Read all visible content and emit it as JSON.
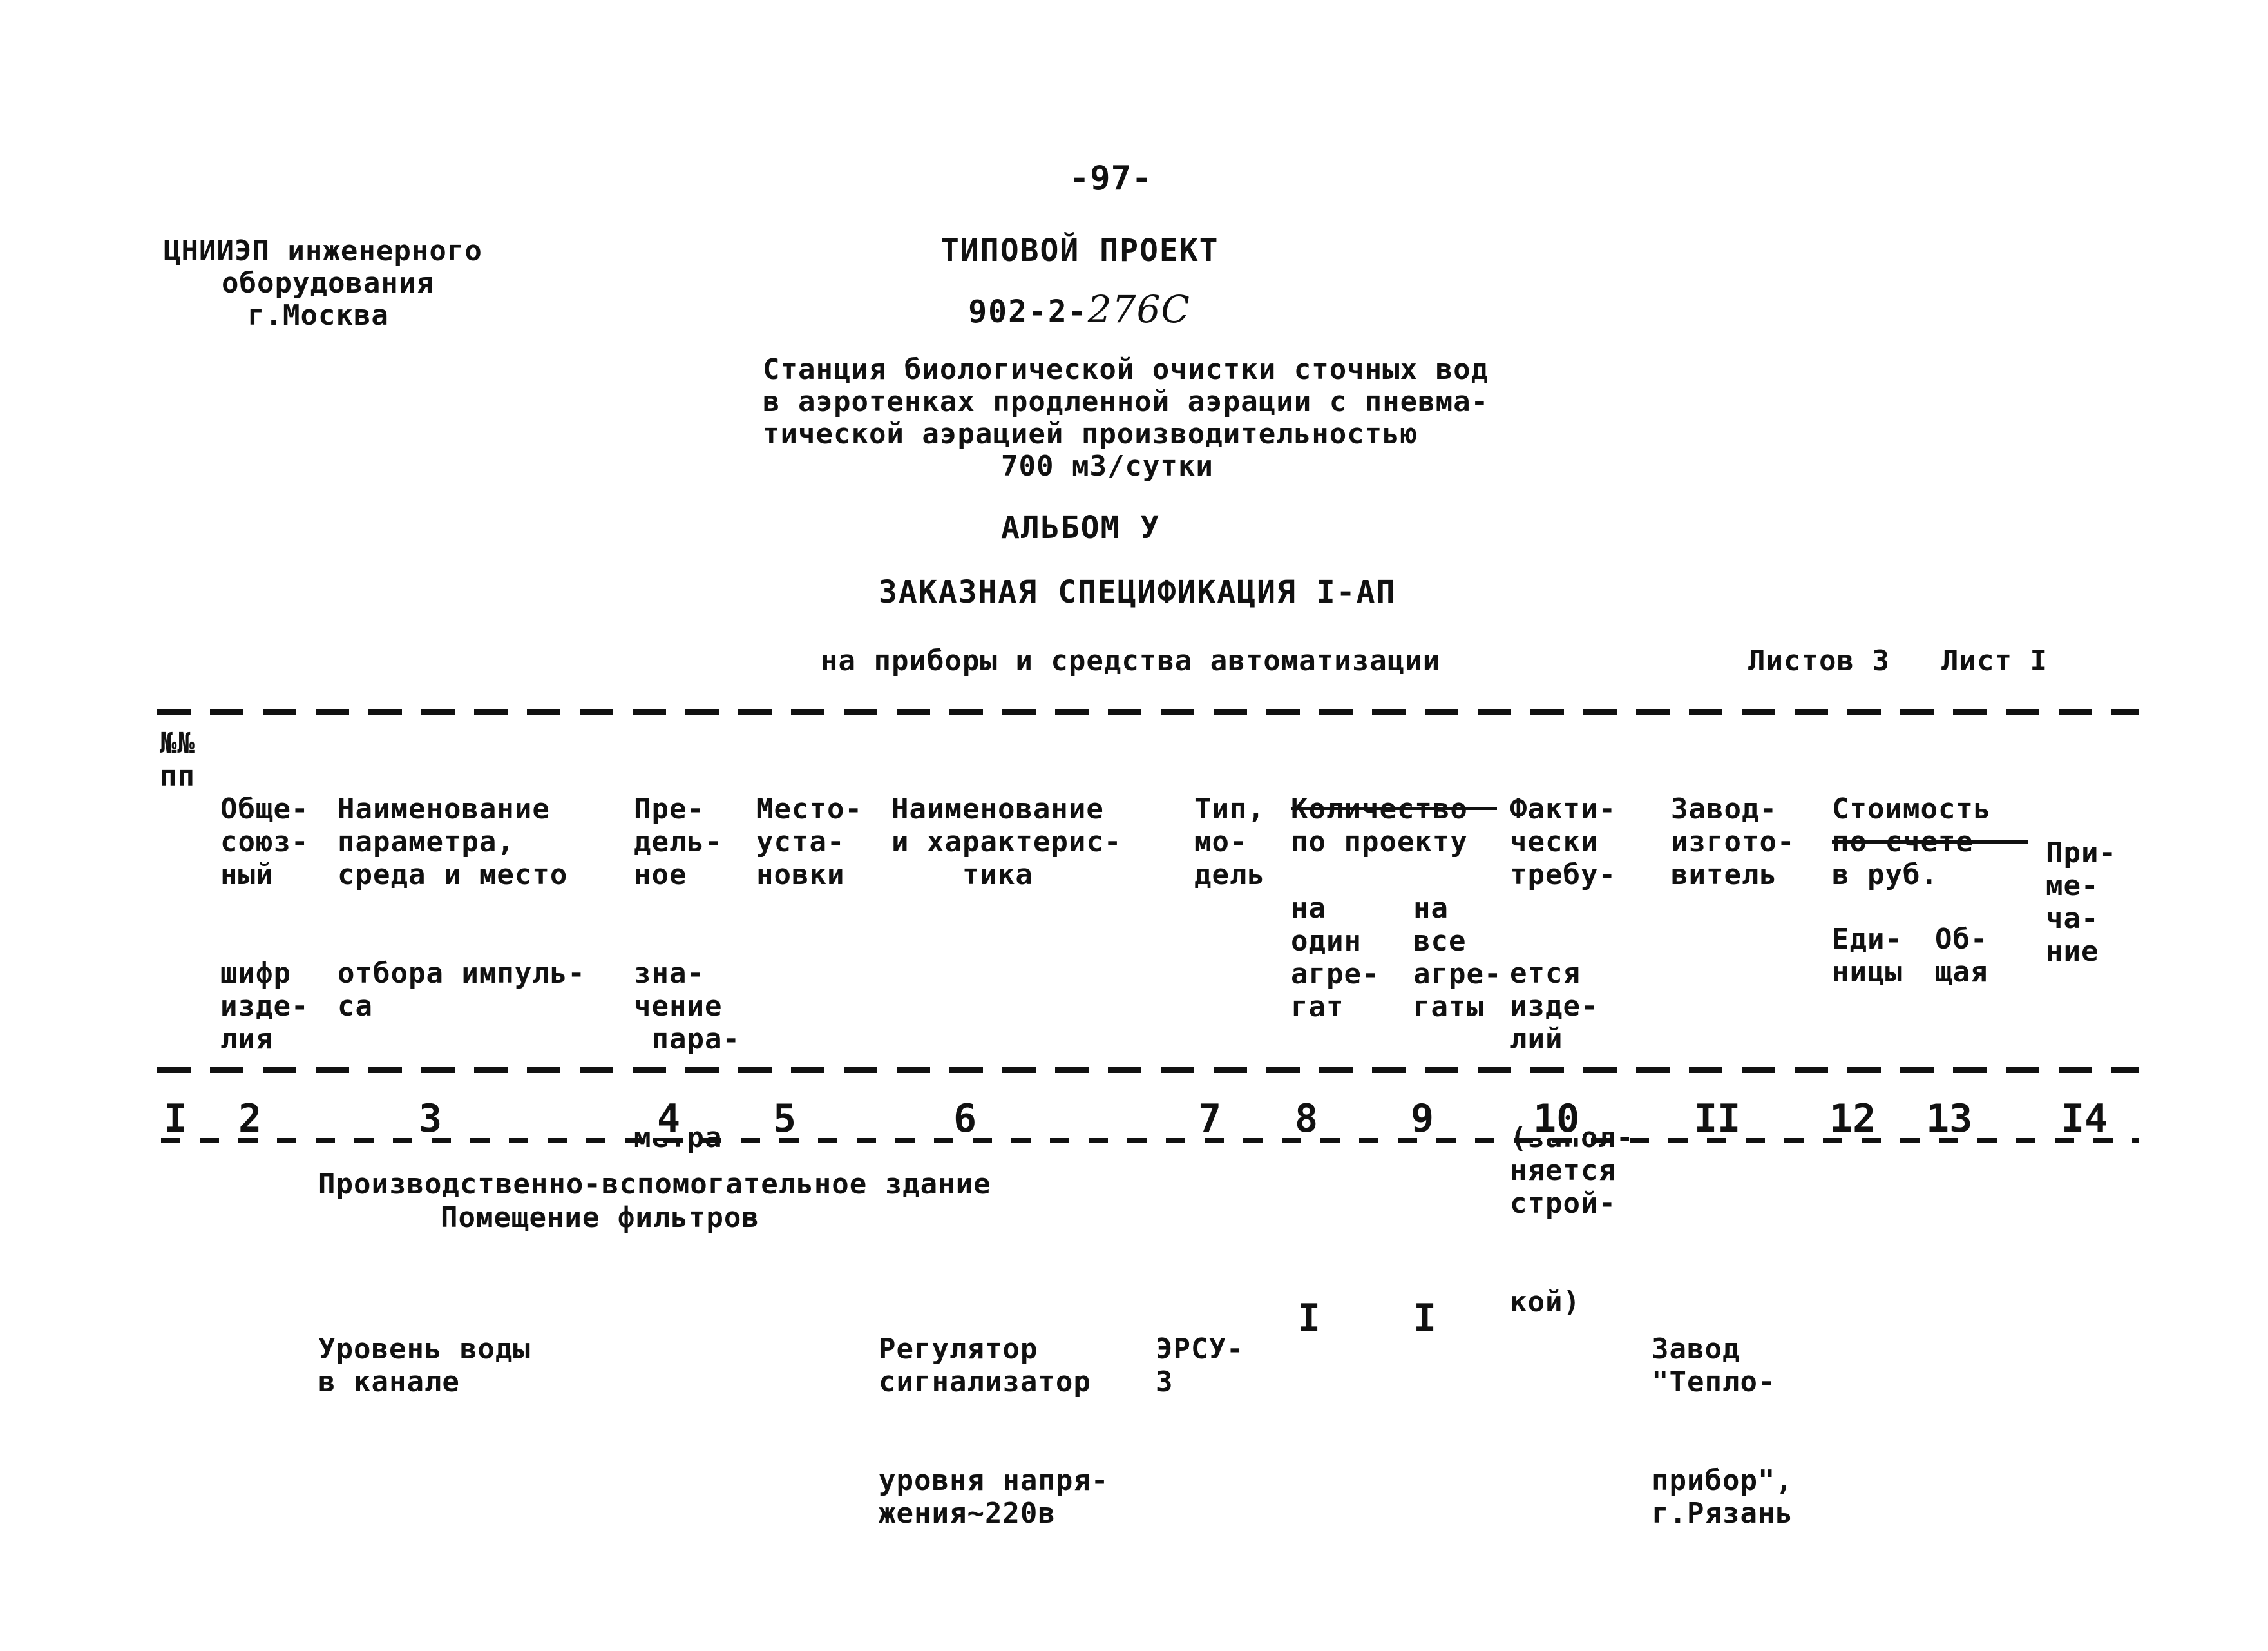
{
  "page_number": "-97-",
  "organization": {
    "line1": "ЦНИИЭП инженерного",
    "line2": "оборудования",
    "line3": "г.Москва"
  },
  "project": {
    "title": "ТИПОВОЙ ПРОЕКТ",
    "code_printed": "902-2-",
    "code_handwritten": "276С",
    "description": [
      "Станция биологической очистки сточных вод",
      "в аэротенках продленной аэрации с пневма-",
      "тической аэрацией производительностью",
      "700 м3/сутки"
    ],
    "album": "АЛЬБОМ У",
    "spec_title": "ЗАКАЗНАЯ СПЕЦИФИКАЦИЯ I-АП",
    "spec_subtitle": "на приборы и средства автоматизации",
    "sheets_total": "Листов 3",
    "sheet_current": "Лист I"
  },
  "columns": {
    "c1": [
      "№№",
      "пп"
    ],
    "c2": [
      "Обще-",
      "союз-",
      "ный",
      "шифр",
      "изде-",
      "лия"
    ],
    "c3": [
      "Наименование",
      "параметра,",
      "среда и место",
      "отбора импуль-",
      "са"
    ],
    "c4": [
      "Пре-",
      "дель-",
      "ное",
      "зна-",
      "чение",
      " пара-",
      "метра"
    ],
    "c5": [
      "Место-",
      "уста-",
      "новки"
    ],
    "c6": [
      "Наименование",
      "и характерис-",
      "    тика"
    ],
    "c7": [
      "Тип,",
      "мо-",
      "дель"
    ],
    "c8_9_group": [
      "Количество",
      "по проекту"
    ],
    "c8": [
      "на",
      "один",
      "агре-",
      "гат"
    ],
    "c9": [
      "на",
      "все",
      "агре-",
      "гаты"
    ],
    "c10": [
      "Факти-",
      "чески",
      "требу-",
      "ется",
      "изде-",
      "лий",
      "(запол-",
      "няется",
      "строй-",
      "кой)"
    ],
    "c11": [
      "Завод-",
      "изгото-",
      "витель"
    ],
    "c12_13_group": [
      "Стоимость",
      "по счете",
      "в руб."
    ],
    "c12": [
      "Еди-",
      "ницы"
    ],
    "c13": [
      "Об-",
      "щая"
    ],
    "c14": [
      "При-",
      "ме-",
      "ча-",
      "ние"
    ]
  },
  "column_numbers": [
    "I",
    "2",
    "3",
    "4",
    "5",
    "6",
    "7",
    "8",
    "9",
    "10",
    "II",
    "12",
    "13",
    "I4"
  ],
  "section": {
    "line1": "Производственно-вспомогательное здание",
    "line2": "Помещение фильтров"
  },
  "rows": [
    {
      "parameter": [
        "Уровень воды",
        "в канале"
      ],
      "name": [
        "Регулятор",
        "сигнализатор",
        "уровня напря-",
        "жения~220в"
      ],
      "type": [
        "ЭРСУ-",
        "3"
      ],
      "qty_one": "I",
      "qty_all": "I",
      "manufacturer": [
        "Завод",
        "\"Тепло-",
        "прибор\",",
        "г.Рязань"
      ]
    }
  ]
}
